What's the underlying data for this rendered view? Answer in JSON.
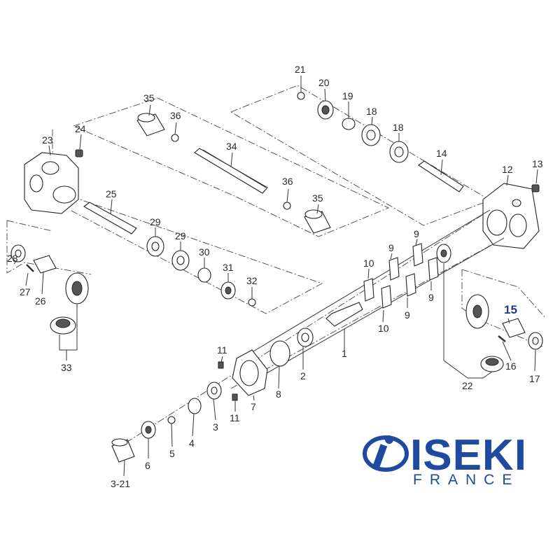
{
  "brand": {
    "name": "ISEKI",
    "subtitle": "FRANCE",
    "color": "#1f4aa0"
  },
  "highlight_color": "#1f3a8a",
  "part_labels": {
    "p1": "1",
    "p2": "2",
    "p3a": "3",
    "p3_21": "3-21",
    "p4": "4",
    "p5": "5",
    "p6": "6",
    "p7": "7",
    "p8": "8",
    "p9a": "9",
    "p9b": "9",
    "p9c": "9",
    "p9d": "9",
    "p10a": "10",
    "p10b": "10",
    "p11a": "11",
    "p11b": "11",
    "p12": "12",
    "p13": "13",
    "p14": "14",
    "p15": "15",
    "p16": "16",
    "p17": "17",
    "p18a": "18",
    "p18b": "18",
    "p19": "19",
    "p20": "20",
    "p21": "21",
    "p22": "22",
    "p23": "23",
    "p24": "24",
    "p25": "25",
    "p26": "26",
    "p27": "27",
    "p28": "28",
    "p29a": "29",
    "p29b": "29",
    "p30": "30",
    "p31": "31",
    "p32": "32",
    "p33": "33",
    "p34": "34",
    "p35a": "35",
    "p35b": "35",
    "p36a": "36",
    "p36b": "36"
  }
}
